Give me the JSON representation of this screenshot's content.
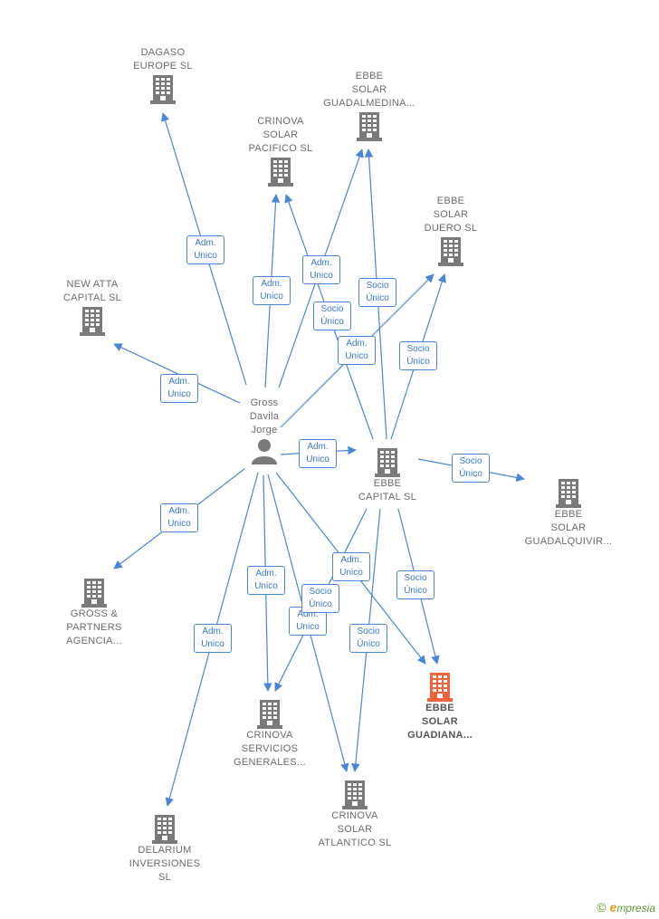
{
  "colors": {
    "edge": "#4a86d8",
    "node": "#7a7a7a",
    "highlight": "#f0643c"
  },
  "nodes": [
    {
      "id": "dagaso",
      "label": "DAGASO\nEUROPE  SL",
      "type": "company-icon"
    },
    {
      "id": "guadalmedina",
      "label": "EBBE\nSOLAR\nGUADALMEDINA...",
      "type": "company-icon"
    },
    {
      "id": "pacifico",
      "label": "CRINOVA\nSOLAR\nPACIFICO  SL",
      "type": "company-icon"
    },
    {
      "id": "duero",
      "label": "EBBE\nSOLAR\nDUERO  SL",
      "type": "company-icon"
    },
    {
      "id": "newatta",
      "label": "NEW ATTA\nCAPITAL  SL",
      "type": "company-icon"
    },
    {
      "id": "gross",
      "label": "Gross\nDavila\nJorge",
      "type": "person-icon"
    },
    {
      "id": "ebbecapital",
      "label": "EBBE\nCAPITAL  SL",
      "type": "company-icon"
    },
    {
      "id": "guadalquivir",
      "label": "EBBE\nSOLAR\nGUADALQUIVIR...",
      "type": "company-icon"
    },
    {
      "id": "grosspartners",
      "label": "GROSS &\nPARTNERS\nAGENCIA...",
      "type": "company-icon"
    },
    {
      "id": "guadiana",
      "label": "EBBE\nSOLAR\nGUADIANA...",
      "type": "company-icon",
      "highlight": true
    },
    {
      "id": "servicios",
      "label": "CRINOVA\nSERVICIOS\nGENERALES...",
      "type": "company-icon"
    },
    {
      "id": "atlantico",
      "label": "CRINOVA\nSOLAR\nATLANTICO  SL",
      "type": "company-icon"
    },
    {
      "id": "delarium",
      "label": "DELARIUM\nINVERSIONES\nSL",
      "type": "company-icon"
    }
  ],
  "edges": [
    {
      "from": "gross",
      "to": "dagaso",
      "label": "Adm.\nUnico"
    },
    {
      "from": "gross",
      "to": "pacifico",
      "label": "Adm.\nUnico"
    },
    {
      "from": "gross",
      "to": "guadalmedina",
      "label": "Adm.\nUnico"
    },
    {
      "from": "gross",
      "to": "duero",
      "label": "Adm.\nUnico"
    },
    {
      "from": "gross",
      "to": "newatta",
      "label": "Adm.\nUnico"
    },
    {
      "from": "gross",
      "to": "ebbecapital",
      "label": "Adm.\nUnico"
    },
    {
      "from": "gross",
      "to": "grosspartners",
      "label": "Adm.\nUnico"
    },
    {
      "from": "gross",
      "to": "delarium",
      "label": "Adm.\nUnico"
    },
    {
      "from": "gross",
      "to": "servicios",
      "label": "Adm.\nUnico"
    },
    {
      "from": "gross",
      "to": "atlantico",
      "label": "Adm.\nUnico"
    },
    {
      "from": "gross",
      "to": "guadiana",
      "label": "Adm.\nUnico"
    },
    {
      "from": "ebbecapital",
      "to": "pacifico",
      "label": "Socio\nÚnico"
    },
    {
      "from": "ebbecapital",
      "to": "guadalmedina",
      "label": "Socio\nÚnico"
    },
    {
      "from": "ebbecapital",
      "to": "duero",
      "label": "Socio\nÚnico"
    },
    {
      "from": "ebbecapital",
      "to": "guadalquivir",
      "label": "Socio\nÚnico"
    },
    {
      "from": "ebbecapital",
      "to": "guadiana",
      "label": "Socio\nÚnico"
    },
    {
      "from": "ebbecapital",
      "to": "servicios",
      "label": "Socio\nÚnico"
    },
    {
      "from": "ebbecapital",
      "to": "atlantico",
      "label": "Socio\nÚnico"
    }
  ],
  "footer": {
    "copyright": "©",
    "brand_initial": "e",
    "brand_rest": "mpresia"
  }
}
